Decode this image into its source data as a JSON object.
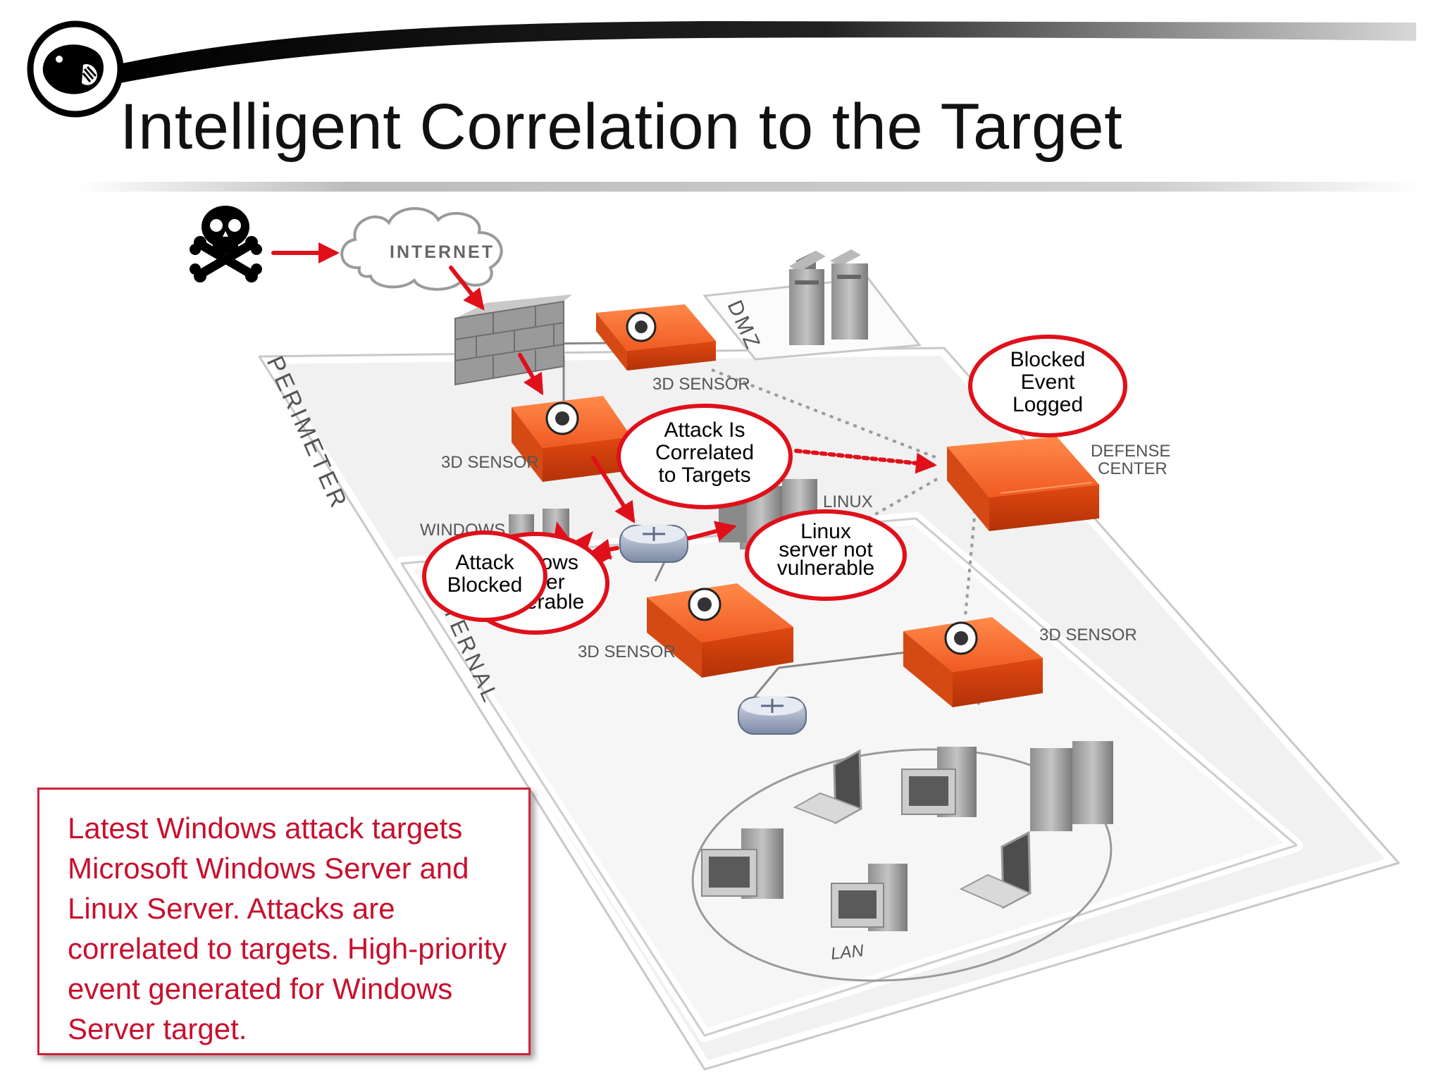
{
  "title": "Intelligent Correlation to the Target",
  "labels": {
    "internet": "INTERNET",
    "dmz": "DMZ",
    "perimeter": "PERIMETER",
    "internal": "INTERNAL",
    "sensor_top": "3D SENSOR",
    "sensor_left": "3D SENSOR",
    "sensor_mid": "3D SENSOR",
    "sensor_right": "3D SENSOR",
    "defense_center_1": "DEFENSE",
    "defense_center_2": "CENTER",
    "linux_server": "LINUX",
    "windows_server": "WINDOWS",
    "lan": "LAN"
  },
  "callouts": {
    "blocked_event": [
      "Blocked",
      "Event",
      "Logged"
    ],
    "correlated": [
      "Attack Is",
      "Correlated",
      "to Targets"
    ],
    "linux_not_vulnerable": [
      "Linux",
      "server not",
      "vulnerable"
    ],
    "windows_vulnerable": [
      "Windows",
      "server",
      "vulnerable"
    ],
    "attack_blocked": [
      "Attack",
      "Blocked"
    ]
  },
  "caption": "Latest Windows attack targets Microsoft Windows Server and Linux Server. Attacks are correlated to targets. High-priority event generated for Windows Server target.",
  "colors": {
    "accent_red": "#e0101a",
    "caption_red": "#c8102e",
    "sensor_orange": "#f05a22"
  }
}
